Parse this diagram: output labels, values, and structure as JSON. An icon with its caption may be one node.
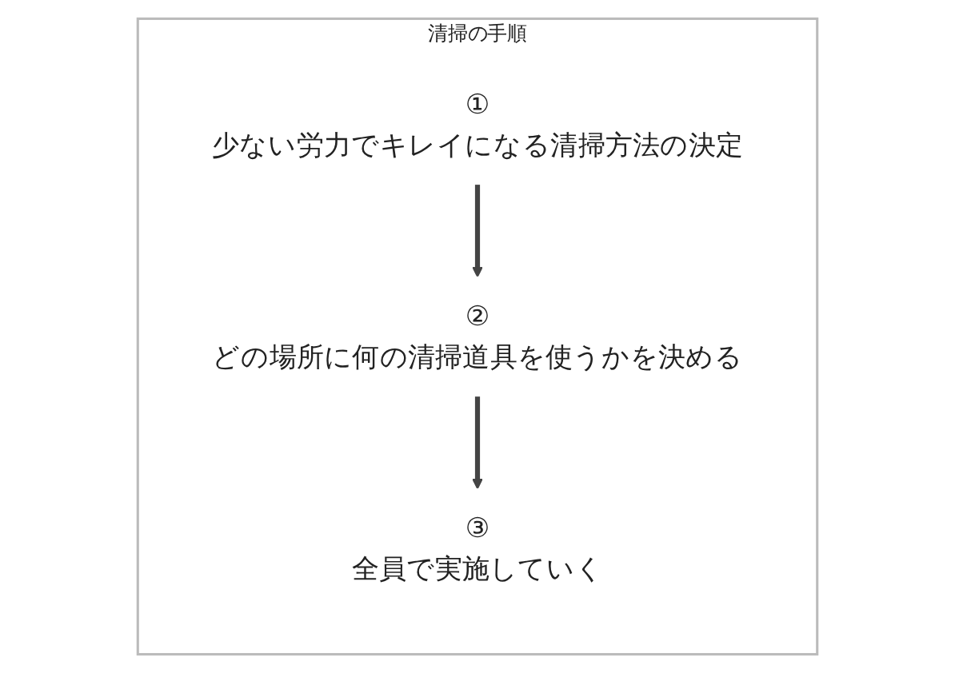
{
  "diagram": {
    "nodes": [
      {
        "text": [
          "清掃の手順"
        ]
      },
      {
        "text": [
          "①",
          "少ない労力でキレイになる清掃方法の決定"
        ],
        "in": 0
      },
      {
        "text": [
          "②",
          "どの場所に何の清掃道具を使うかを決める"
        ],
        "in": 0
      },
      {
        "text": [
          "③",
          "全員で実施していく"
        ],
        "in": 0
      }
    ],
    "edges": [
      {
        "from": 1,
        "to": 2,
        "arrow": "to"
      },
      {
        "from": 2,
        "to": 3,
        "arrow": "to"
      }
    ]
  }
}
